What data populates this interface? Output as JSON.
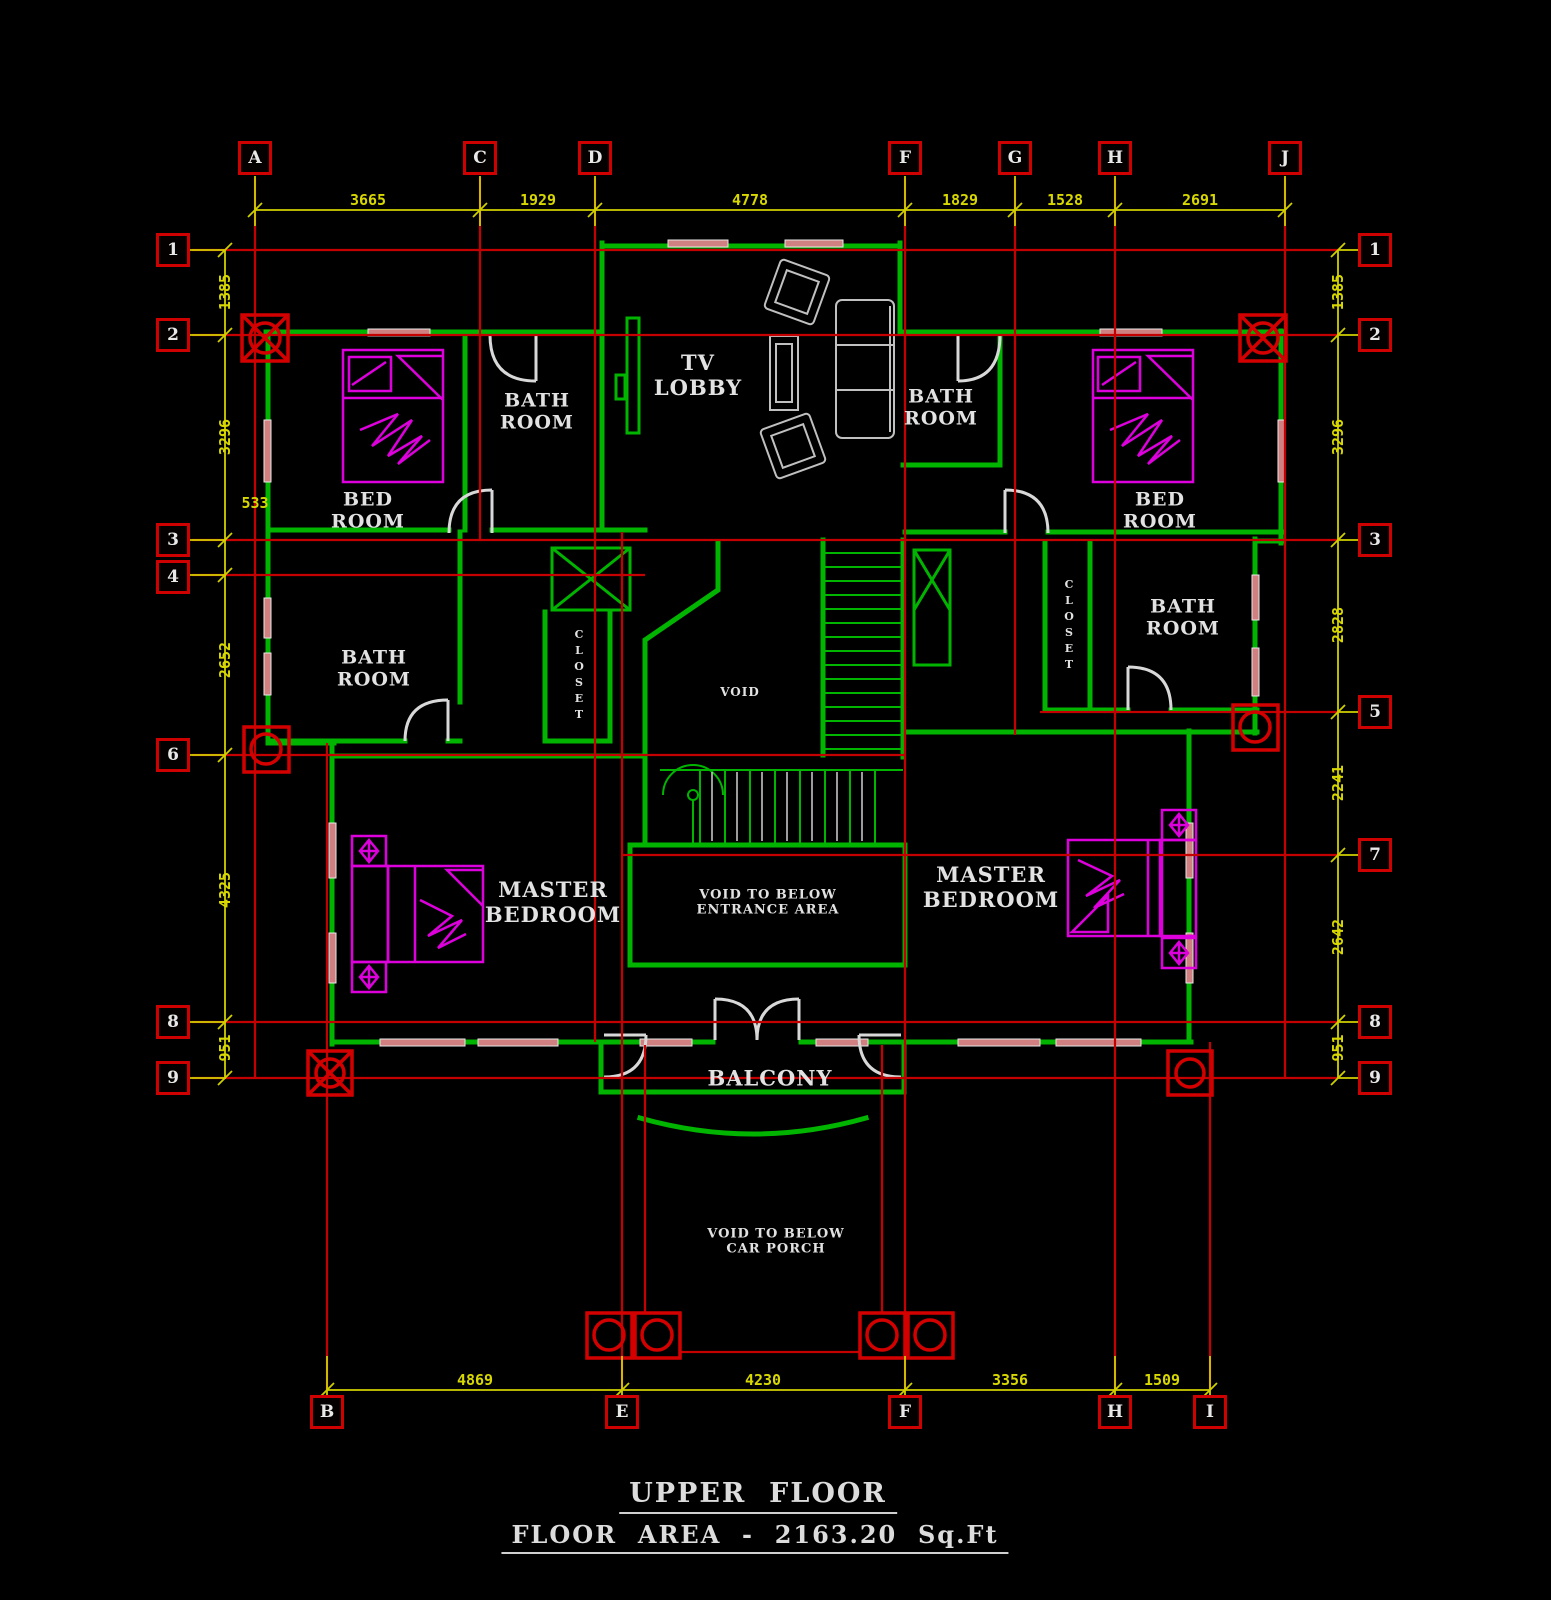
{
  "title": {
    "line1": "UPPER  FLOOR",
    "line2": "FLOOR  AREA  -  2163.20  Sq.Ft"
  },
  "grid_columns_top": [
    "A",
    "C",
    "D",
    "F",
    "G",
    "H",
    "J"
  ],
  "grid_columns_bottom": [
    "B",
    "E",
    "F",
    "H",
    "I"
  ],
  "grid_rows_left": [
    "1",
    "2",
    "3",
    "4",
    "6",
    "8",
    "9"
  ],
  "grid_rows_right": [
    "1",
    "2",
    "3",
    "5",
    "7",
    "8",
    "9"
  ],
  "dims_top": [
    "3665",
    "1929",
    "4778",
    "1829",
    "1528",
    "2691"
  ],
  "dims_bottom": [
    "4869",
    "4230",
    "3356",
    "1509"
  ],
  "dims_left": [
    "1385",
    "3296",
    "533",
    "2652",
    "4325",
    "951"
  ],
  "dims_right": [
    "1385",
    "3296",
    "2828",
    "2241",
    "2642",
    "951"
  ],
  "rooms": {
    "tv_lobby": "TV\nLOBBY",
    "bath_left_top": "BATH\nROOM",
    "bath_right_top": "BATH\nROOM",
    "bed_left": "BED\nROOM",
    "bed_right": "BED\nROOM",
    "bath_left_mid": "BATH\nROOM",
    "bath_right_mid": "BATH\nROOM",
    "closet_left": "CLOSET",
    "closet_right": "CLOSET",
    "void": "VOID",
    "void_entrance": "VOID TO BELOW\nENTRANCE  AREA",
    "master_left": "MASTER\nBEDROOM",
    "master_right": "MASTER\nBEDROOM",
    "balcony": "BALCONY",
    "void_carporch": "VOID TO BELOW\nCAR PORCH"
  },
  "colors": {
    "background": "#000000",
    "grid_red": "#c40000",
    "column_red": "#d40000",
    "wall_green": "#00b400",
    "dim_yellow": "#cfcf00",
    "furniture_magenta": "#dd00dd",
    "furniture_gray": "#c0c0c0",
    "window_pink": "#d08080",
    "text_white": "#e2e2e2"
  }
}
